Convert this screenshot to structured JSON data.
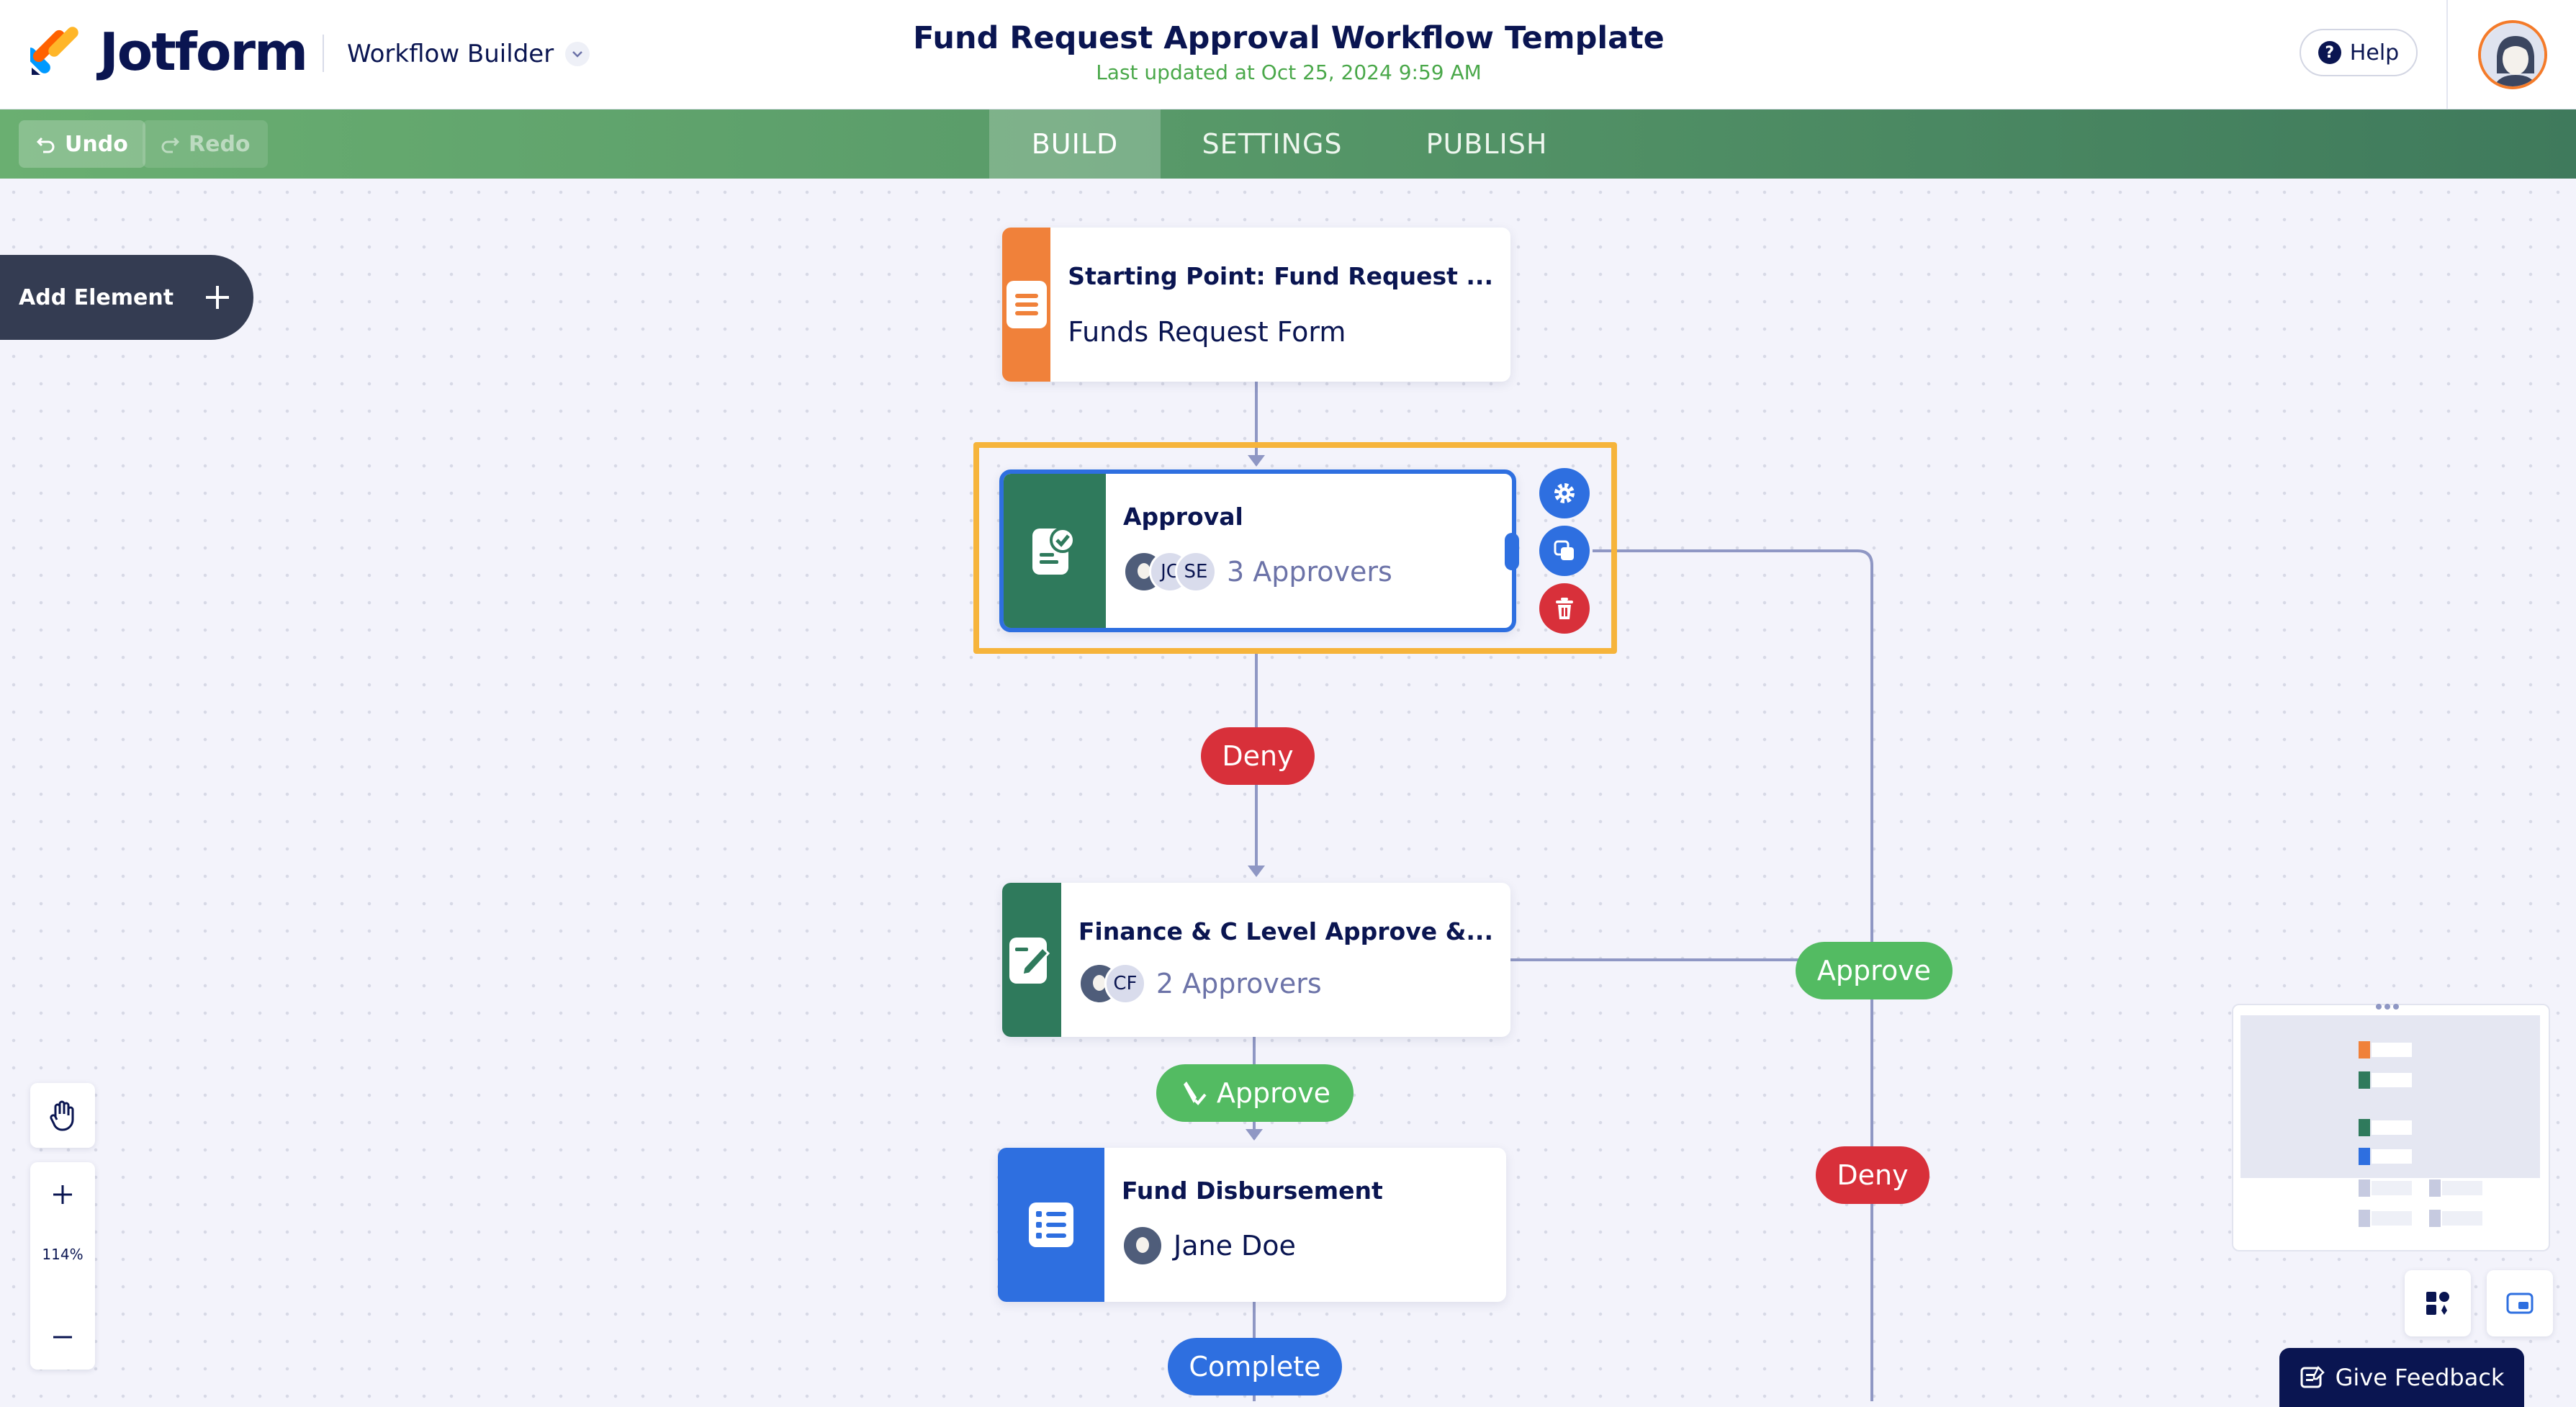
{
  "header": {
    "brand": "Jotform",
    "builder_label": "Workflow Builder",
    "title": "Fund Request Approval Workflow Template",
    "last_updated": "Last updated at Oct 25, 2024 9:59 AM",
    "help_label": "Help"
  },
  "toolbar": {
    "undo_label": "Undo",
    "redo_label": "Redo",
    "tabs": [
      {
        "label": "BUILD",
        "active": true
      },
      {
        "label": "SETTINGS",
        "active": false
      },
      {
        "label": "PUBLISH",
        "active": false
      }
    ]
  },
  "canvas": {
    "add_element_label": "Add Element",
    "zoom_level": "114%",
    "nodes": {
      "start": {
        "title": "Starting Point: Fund Request ...",
        "subtitle": "Funds Request Form"
      },
      "approval": {
        "title": "Approval",
        "avatars": [
          "JC",
          "SE"
        ],
        "approvers": "3 Approvers"
      },
      "finance": {
        "title": "Finance & C Level Approve &...",
        "avatars": [
          "CF"
        ],
        "approvers": "2 Approvers"
      },
      "disbursement": {
        "title": "Fund Disbursement",
        "assignee": "Jane Doe"
      }
    },
    "edge_labels": {
      "deny_1": "Deny",
      "approve_right": "Approve",
      "approve_mid": "Approve",
      "deny_right": "Deny",
      "complete": "Complete"
    }
  },
  "footer": {
    "feedback_label": "Give Feedback"
  },
  "colors": {
    "brand_navy": "#0a1551",
    "form_orange": "#f0813a",
    "approval_green": "#2f7a5c",
    "task_blue": "#2e6fe0",
    "approve_green": "#53bb62",
    "deny_red": "#d8303a",
    "selection_amber": "#f6b43b"
  }
}
